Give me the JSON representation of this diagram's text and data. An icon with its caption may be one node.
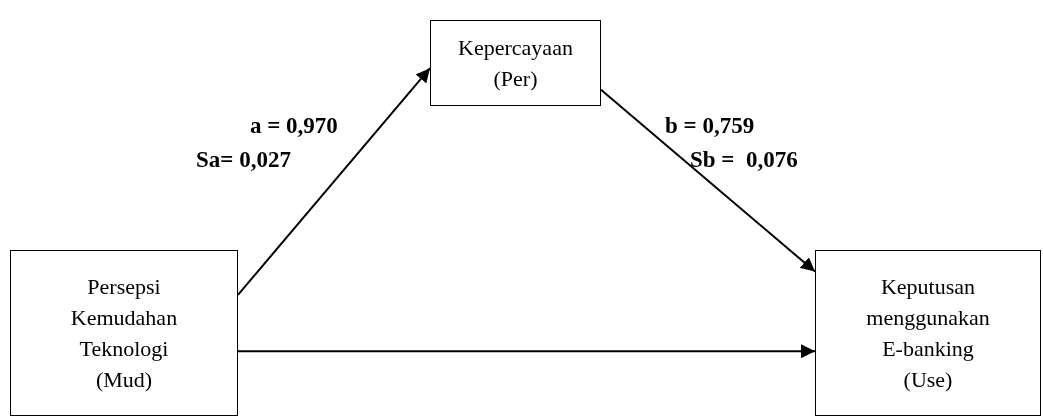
{
  "diagram": {
    "nodes": [
      {
        "text": [
          "Kepercayaan (Per)"
        ]
      },
      {
        "text": [
          "Persepsi Kemudahan Teknologi (Mud)"
        ]
      },
      {
        "text": [
          "Keputusan menggunakan E-banking (Use)"
        ]
      }
    ],
    "edges": [
      {
        "from": 1,
        "to": 0,
        "arrow": "to"
      },
      {
        "from": 0,
        "to": 2,
        "arrow": "to"
      },
      {
        "from": 1,
        "to": 2,
        "arrow": "to"
      }
    ],
    "labels": [
      "a = 0,970",
      "Sa= 0,027",
      "b = 0,759",
      "Sb =  0,076"
    ]
  }
}
